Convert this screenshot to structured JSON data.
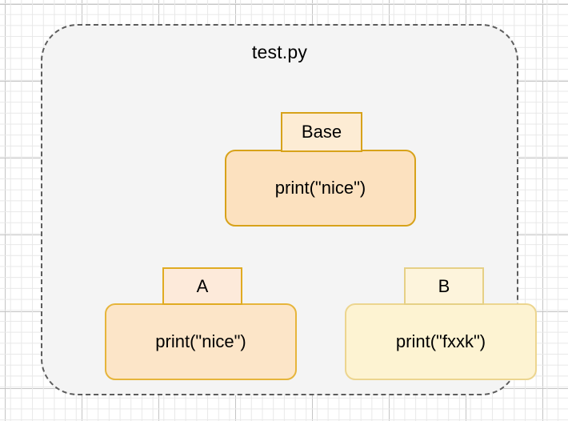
{
  "canvas": {
    "background_color": "#ffffff",
    "grid_minor_color": "#e8e8e8",
    "grid_major_color": "#c4c4c4"
  },
  "module": {
    "title": "test.py",
    "border_color": "#5c5c5c",
    "fill_color": "#f4f4f4",
    "border_style": "dashed"
  },
  "classes": [
    {
      "id": "base",
      "name": "Base",
      "body_text": "print(\"nice\")",
      "tab_fill": "#fdecd4",
      "tab_border": "#d7a21a",
      "body_fill": "#fce1bf",
      "body_border": "#d7a21a"
    },
    {
      "id": "a",
      "name": "A",
      "body_text": "print(\"nice\")",
      "tab_fill": "#fdeada",
      "tab_border": "#e0ab22",
      "body_fill": "#fce5c8",
      "body_border": "#e6b53b"
    },
    {
      "id": "b",
      "name": "B",
      "body_text": "print(\"fxxk\")",
      "tab_fill": "#fdf4dc",
      "tab_border": "#e6d086",
      "body_fill": "#fdf3d2",
      "body_border": "#ecd58f"
    }
  ]
}
